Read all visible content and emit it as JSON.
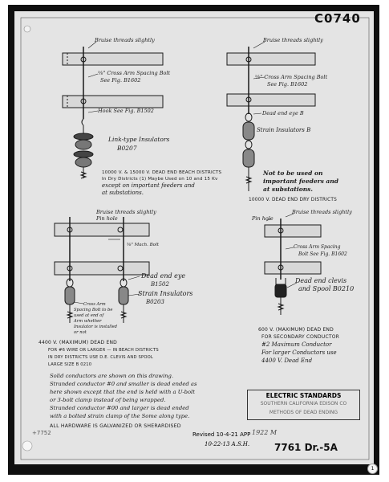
{
  "sheet": {
    "sheet_number": "C0740",
    "drawing_number": "7761 Dr.-5A",
    "left_margin_mark": "+7752",
    "corner_badge": "1"
  },
  "title_block": {
    "title": "ELECTRIC STANDARDS",
    "company": "SOUTHERN CALIFORNIA EDISON CO",
    "subtitle": "METHODS OF DEAD ENDING",
    "revised_label": "Revised 10-4-21 APP",
    "revised_date": "10-22-13 A.S.H.",
    "stamp_text": "1922 M"
  },
  "top_left": {
    "bruise_note": "Bruise threads slightly",
    "cross_arm_spacing": "⅝\" Cross Arm Spacing Bolt",
    "see_fig": "See Fig. B1602",
    "hook_note": "Hook See Fig. B1502",
    "insulator_label": "Link-type Insulators",
    "insulator_code": "B0207",
    "caption_1": "10000 V. & 15000 V. DEAD END BEACH DISTRICTS",
    "caption_2": "In Dry Districts (1) Maybe Used on 10 and 15 Kv",
    "caption_3": "except on important feeders and",
    "caption_4": "at substations."
  },
  "top_right": {
    "bruise_note": "Bruise threads slightly",
    "cross_arm_spacing": "⅝\" Cross Arm Spacing Bolt",
    "see_fig": "See Fig. B1602",
    "dead_end_eye": "Dead end eye B",
    "strain_label": "Strain Insulators B",
    "warning_1": "Not to be used on",
    "warning_2": "important feeders and",
    "warning_3": "at substations.",
    "caption": "10000 V. DEAD END DRY DISTRICTS"
  },
  "bottom_left": {
    "bruise_note": "Bruise threads slightly",
    "pin_hole": "Pin hole",
    "mach_bolt": "⅝\" Mach. Bolt",
    "dead_end_eye": "Dead end eye",
    "dead_end_code": "B1502",
    "strain_label": "Strain Insulators",
    "strain_code": "B0203",
    "cross_arm_note_1": "Cross Arm",
    "cross_arm_note_2": "Spacing Bolt to be",
    "cross_arm_note_3": "used at end of",
    "cross_arm_note_4": "Arm whether",
    "cross_arm_note_5": "Insulator is installed",
    "cross_arm_note_6": "or not",
    "caption_1": "4400 V. (MAXIMUM) DEAD END",
    "caption_2": "FOR #6 WIRE OR LARGER — IN BEACH DISTRICTS",
    "caption_3": "IN DRY DISTRICTS USE D.E. CLEVIS AND SPOOL",
    "caption_4": "LARGE SIZE B 0210"
  },
  "bottom_right": {
    "pin_hole": "Pin hole",
    "bruise_note": "Bruise threads slightly",
    "cross_arm_spacing": "Cross Arm Spacing",
    "see_fig": "Bolt See Fig. B1602",
    "clevis_1": "Dead end clevis",
    "clevis_2": "and Spool B0210",
    "caption_1": "600 V. (MAXIMUM) DEAD END",
    "caption_2": "FOR SECONDARY CONDUCTOR",
    "caption_3": "#2 Maximum Conductor",
    "caption_4": "For larger Conductors use",
    "caption_5": "4400 V. Dead End"
  },
  "notes": {
    "line_1": "Solid conductors are shown on this drawing.",
    "line_2": "Stranded conductor #0 and smaller is dead ended as",
    "line_3": "here shown except that the end is held with a U-bolt",
    "line_4": "or 3-bolt clamp instead of being wrapped.",
    "line_5": "Stranded conductor #00 and larger is dead ended",
    "line_6": "with a bolted strain clamp of the Some along type.",
    "line_7": "ALL HARDWARE IS GALVANIZED OR SHERARDISED"
  },
  "colors": {
    "ink": "#1a1a1a",
    "paper": "#e4e4e4",
    "frame": "#0f0f0f"
  }
}
